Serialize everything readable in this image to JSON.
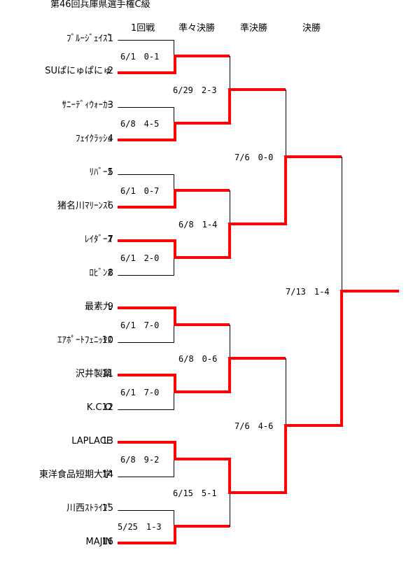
{
  "title": "第46回兵庫県選手権C級",
  "rounds": [
    "1回戦",
    "準々決勝",
    "準決勝",
    "決勝"
  ],
  "teams": [
    {
      "seed": "1",
      "name": "ﾌﾞﾙｰｼﾞｪｲｽﾞ"
    },
    {
      "seed": "2",
      "name": "SUぱにゅぱにゅ"
    },
    {
      "seed": "3",
      "name": "ｻﾆｰﾃﾞｨｳｫｰｶｰ"
    },
    {
      "seed": "4",
      "name": "ﾌｪｲｸﾗｯｼｭ"
    },
    {
      "seed": "5",
      "name": "ﾘﾊﾞｰｽ"
    },
    {
      "seed": "6",
      "name": "猪名川ﾏﾘｰﾝｽﾞ"
    },
    {
      "seed": "7",
      "name": "ﾚｲﾀﾞｰｽ"
    },
    {
      "seed": "8",
      "name": "ﾛﾋﾞﾝｽ"
    },
    {
      "seed": "9",
      "name": "最素九"
    },
    {
      "seed": "10",
      "name": "ｴｱﾎﾟｰﾄﾌｪﾆｯｸｽ"
    },
    {
      "seed": "11",
      "name": "沢井製薬"
    },
    {
      "seed": "12",
      "name": "K.C.O"
    },
    {
      "seed": "13",
      "name": "LAPLACE"
    },
    {
      "seed": "14",
      "name": "東洋食品短期大学"
    },
    {
      "seed": "15",
      "name": "川西ｽﾄﾗｲﾌﾞ"
    },
    {
      "seed": "16",
      "name": "MAJIN"
    }
  ],
  "results": {
    "r1": [
      "6/1　0-1",
      "6/8　4-5",
      "6/1　0-7",
      "6/1　2-0",
      "6/1　7-0",
      "6/1　7-0",
      "6/8　9-2",
      "5/25　1-3"
    ],
    "qf": [
      "6/29　2-3",
      "6/8　1-4",
      "6/8　0-6",
      "6/15　5-1"
    ],
    "sf": [
      "7/6　0-0",
      "7/6　4-6"
    ],
    "final": "7/13　1-4"
  },
  "colors": {
    "winner_line": "#ff0000",
    "loser_line": "#000000"
  }
}
